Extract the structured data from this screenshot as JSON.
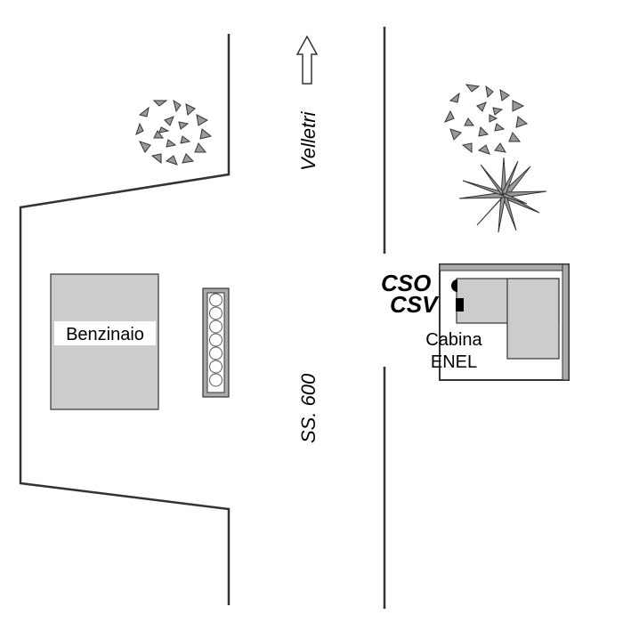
{
  "map": {
    "road_name": "SS. 600",
    "direction_label": "Velletri",
    "gas_station_label": "Benzinaio",
    "cabin_label_line1": "Cabina",
    "cabin_label_line2": "ENEL",
    "cso_label": "CSO",
    "csv_label": "CSV"
  },
  "colors": {
    "building_fill": "#cccccc",
    "vegetation_fill": "#999999",
    "line": "#333333"
  },
  "icons": [
    "north-arrow-icon",
    "bush-icon",
    "agave-plant-icon",
    "fuel-pump-island-icon"
  ]
}
